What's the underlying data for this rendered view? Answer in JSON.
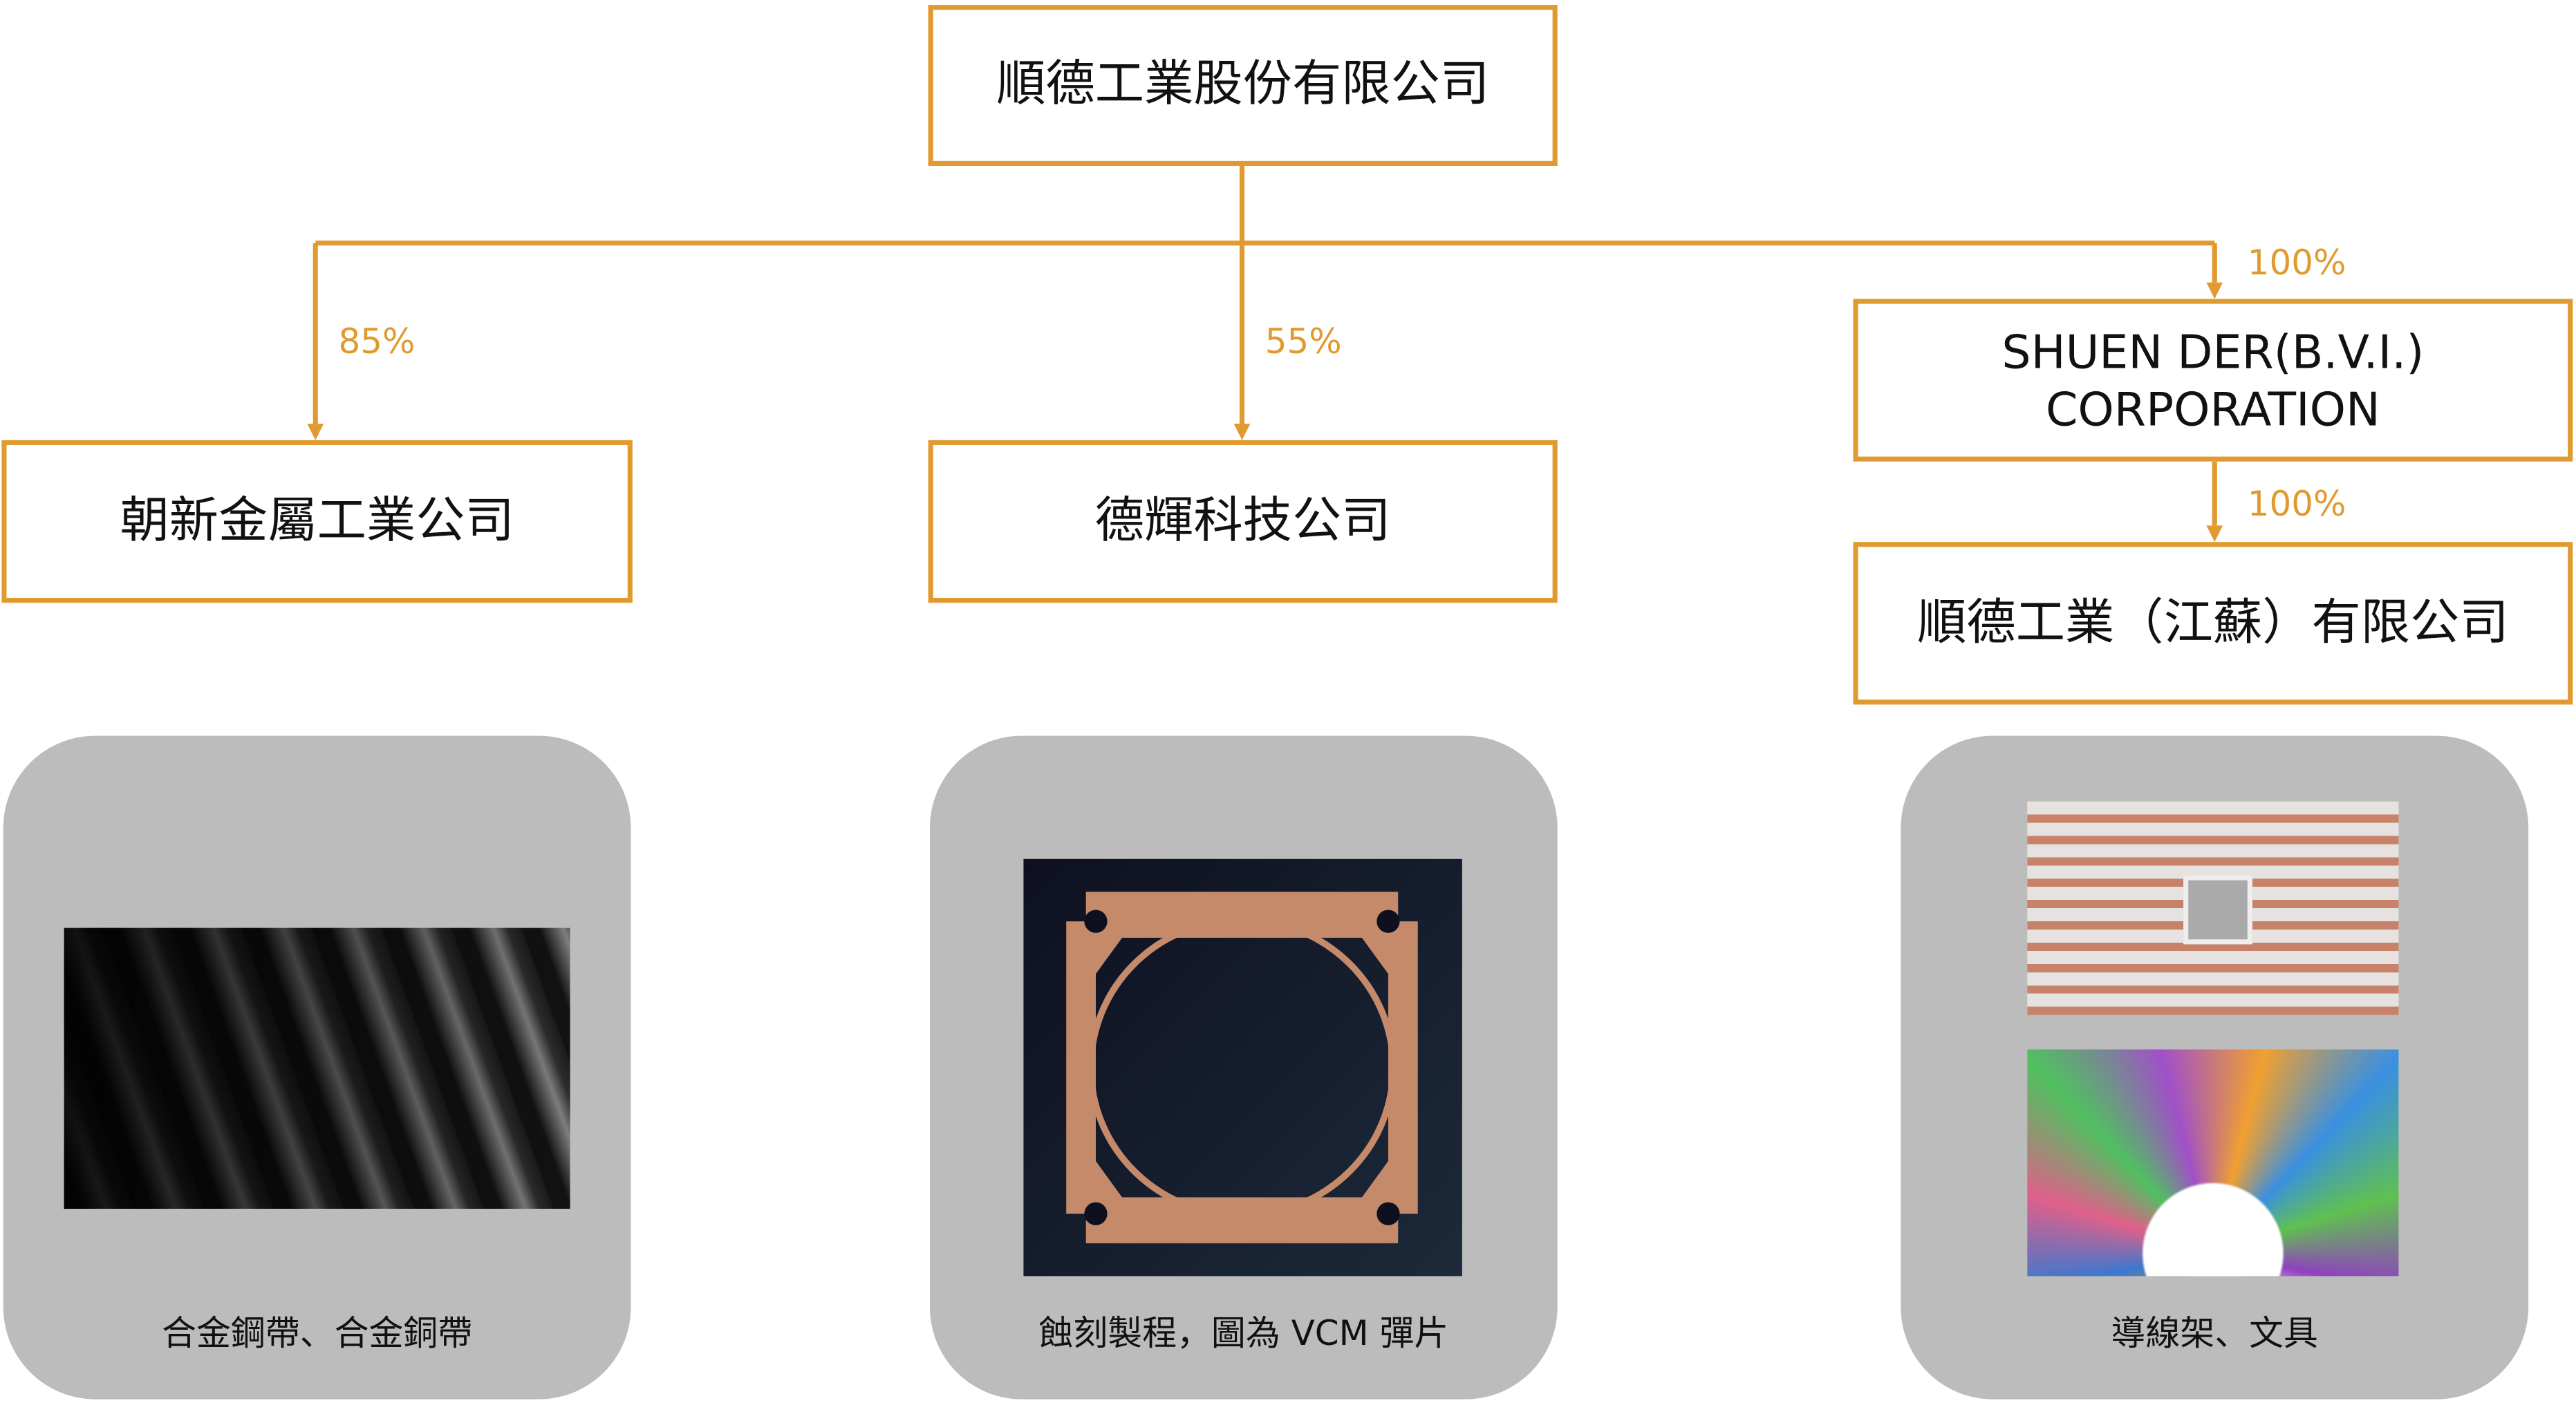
{
  "colors": {
    "accent": "#e09a30",
    "card": "#bcbcbc"
  },
  "parent": {
    "name": "順德工業股份有限公司"
  },
  "subsidiaries": [
    {
      "name": "朝新金屬工業公司",
      "ownership": "85%",
      "product": "合金鋼帶、合金銅帶"
    },
    {
      "name": "德輝科技公司",
      "ownership": "55%",
      "product": "蝕刻製程，圖為 VCM 彈片"
    },
    {
      "name_line1": "SHUEN DER(B.V.I.)",
      "name_line2": "CORPORATION",
      "ownership": "100%"
    },
    {
      "name": "順德工業（江蘇）有限公司",
      "ownership": "100%",
      "product": "導線架、文具"
    }
  ]
}
